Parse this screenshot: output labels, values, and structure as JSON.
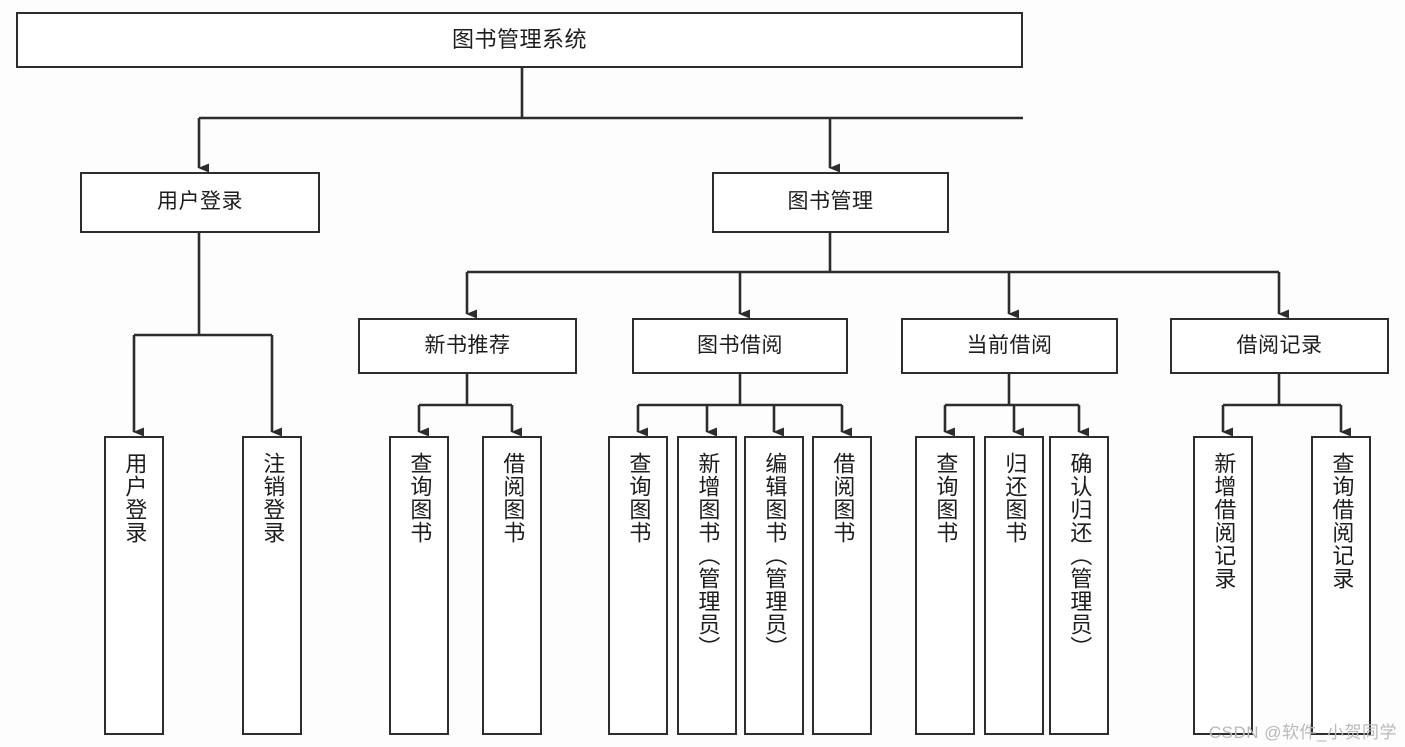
{
  "diagram": {
    "title": "图书管理系统",
    "watermark": "CSDN @软件_小贺同学",
    "colors": {
      "background": "#fdfdfd",
      "node_fill": "#ffffff",
      "node_border": "#2d2d2d",
      "edge": "#2d2d2d",
      "text": "#1d1d1d",
      "watermark": "#b9b9b9"
    },
    "nodes": {
      "root": {
        "label": "图书管理系统"
      },
      "level2": [
        {
          "id": "user-login",
          "label": "用户登录"
        },
        {
          "id": "book-manage",
          "label": "图书管理"
        }
      ],
      "level3": [
        {
          "id": "new-book-recommend",
          "label": "新书推荐"
        },
        {
          "id": "book-borrow",
          "label": "图书借阅"
        },
        {
          "id": "current-borrow",
          "label": "当前借阅"
        },
        {
          "id": "borrow-record",
          "label": "借阅记录"
        }
      ],
      "leaves": {
        "user_login": [
          {
            "id": "leaf-user-login",
            "label": "用户登录"
          },
          {
            "id": "leaf-logout-login",
            "label": "注销登录"
          }
        ],
        "new_book_recommend": [
          {
            "id": "leaf-query-book-1",
            "label": "查询图书"
          },
          {
            "id": "leaf-borrow-book-1",
            "label": "借阅图书"
          }
        ],
        "book_borrow": [
          {
            "id": "leaf-query-book-2",
            "label": "查询图书"
          },
          {
            "id": "leaf-add-book",
            "label": "新增图书（管理员）"
          },
          {
            "id": "leaf-edit-book",
            "label": "编辑图书（管理员）"
          },
          {
            "id": "leaf-borrow-book-2",
            "label": "借阅图书"
          }
        ],
        "current_borrow": [
          {
            "id": "leaf-query-book-3",
            "label": "查询图书"
          },
          {
            "id": "leaf-return-book",
            "label": "归还图书"
          },
          {
            "id": "leaf-confirm-return",
            "label": "确认归还（管理员）"
          }
        ],
        "borrow_record": [
          {
            "id": "leaf-add-record",
            "label": "新增借阅记录"
          },
          {
            "id": "leaf-query-record",
            "label": "查询借阅记录"
          }
        ]
      }
    }
  }
}
